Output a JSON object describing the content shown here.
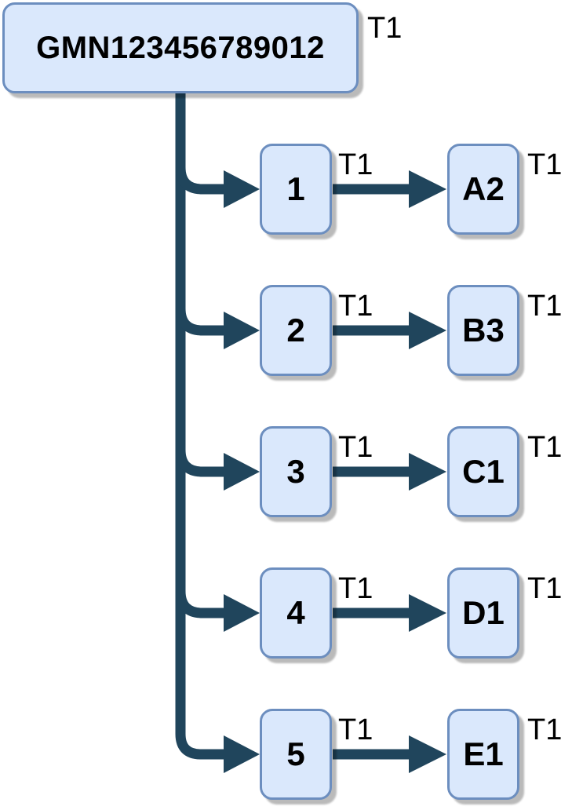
{
  "diagram": {
    "root": {
      "label": "GMN123456789012",
      "tag": "T1"
    },
    "branches": [
      {
        "source": "1",
        "source_tag": "T1",
        "target": "A2",
        "target_tag": "T1"
      },
      {
        "source": "2",
        "source_tag": "T1",
        "target": "B3",
        "target_tag": "T1"
      },
      {
        "source": "3",
        "source_tag": "T1",
        "target": "C1",
        "target_tag": "T1"
      },
      {
        "source": "4",
        "source_tag": "T1",
        "target": "D1",
        "target_tag": "T1"
      },
      {
        "source": "5",
        "source_tag": "T1",
        "target": "E1",
        "target_tag": "T1"
      }
    ],
    "colors": {
      "background": "#ffffff",
      "node_fill": "#dae8fc",
      "node_border": "#6c8ebf",
      "connector": "#20455c",
      "text": "#000000",
      "shadow": "rgba(0,0,0,0.27)"
    }
  }
}
